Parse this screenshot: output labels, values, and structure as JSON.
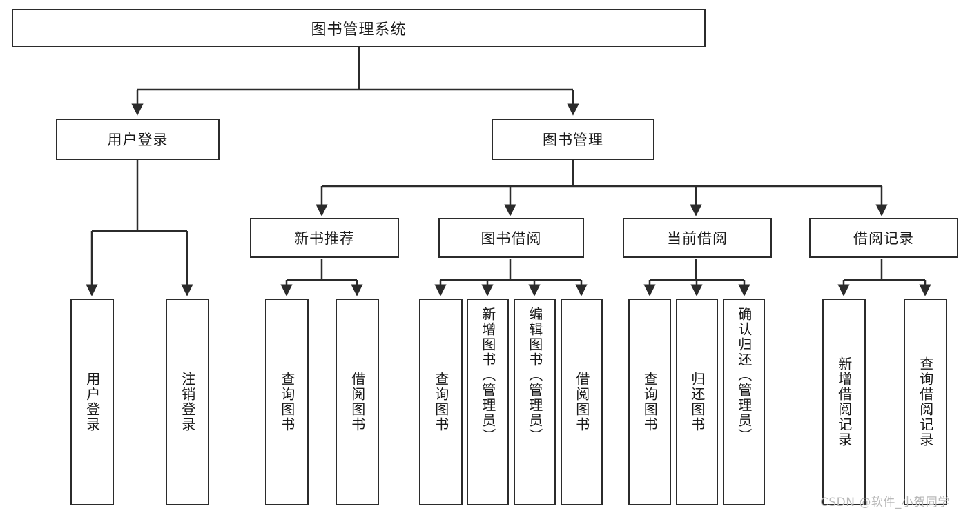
{
  "diagram": {
    "type": "hierarchy-tree",
    "title": "图书管理系统",
    "root": {
      "label": "图书管理系统"
    },
    "level2": [
      {
        "label": "用户登录"
      },
      {
        "label": "图书管理"
      }
    ],
    "level3": [
      {
        "label": "新书推荐"
      },
      {
        "label": "图书借阅"
      },
      {
        "label": "当前借阅"
      },
      {
        "label": "借阅记录"
      }
    ],
    "leaves": {
      "user_login": [
        {
          "label": "用户登录"
        },
        {
          "label": "注销登录"
        }
      ],
      "new_book_recommend": [
        {
          "label": "查询图书"
        },
        {
          "label": "借阅图书"
        }
      ],
      "book_borrow": [
        {
          "label": "查询图书"
        },
        {
          "label": "新增图书（管理员）"
        },
        {
          "label": "编辑图书（管理员）"
        },
        {
          "label": "借阅图书"
        }
      ],
      "current_borrow": [
        {
          "label": "查询图书"
        },
        {
          "label": "归还图书"
        },
        {
          "label": "确认归还（管理员）"
        }
      ],
      "borrow_record": [
        {
          "label": "新增借阅记录"
        },
        {
          "label": "查询借阅记录"
        }
      ]
    }
  },
  "watermark": {
    "text": "CSDN @软件_小贺同学"
  },
  "colors": {
    "stroke": "#2b2b2b",
    "fill": "#ffffff",
    "text": "#1a1a1a",
    "watermark": "#b9b9b9"
  }
}
